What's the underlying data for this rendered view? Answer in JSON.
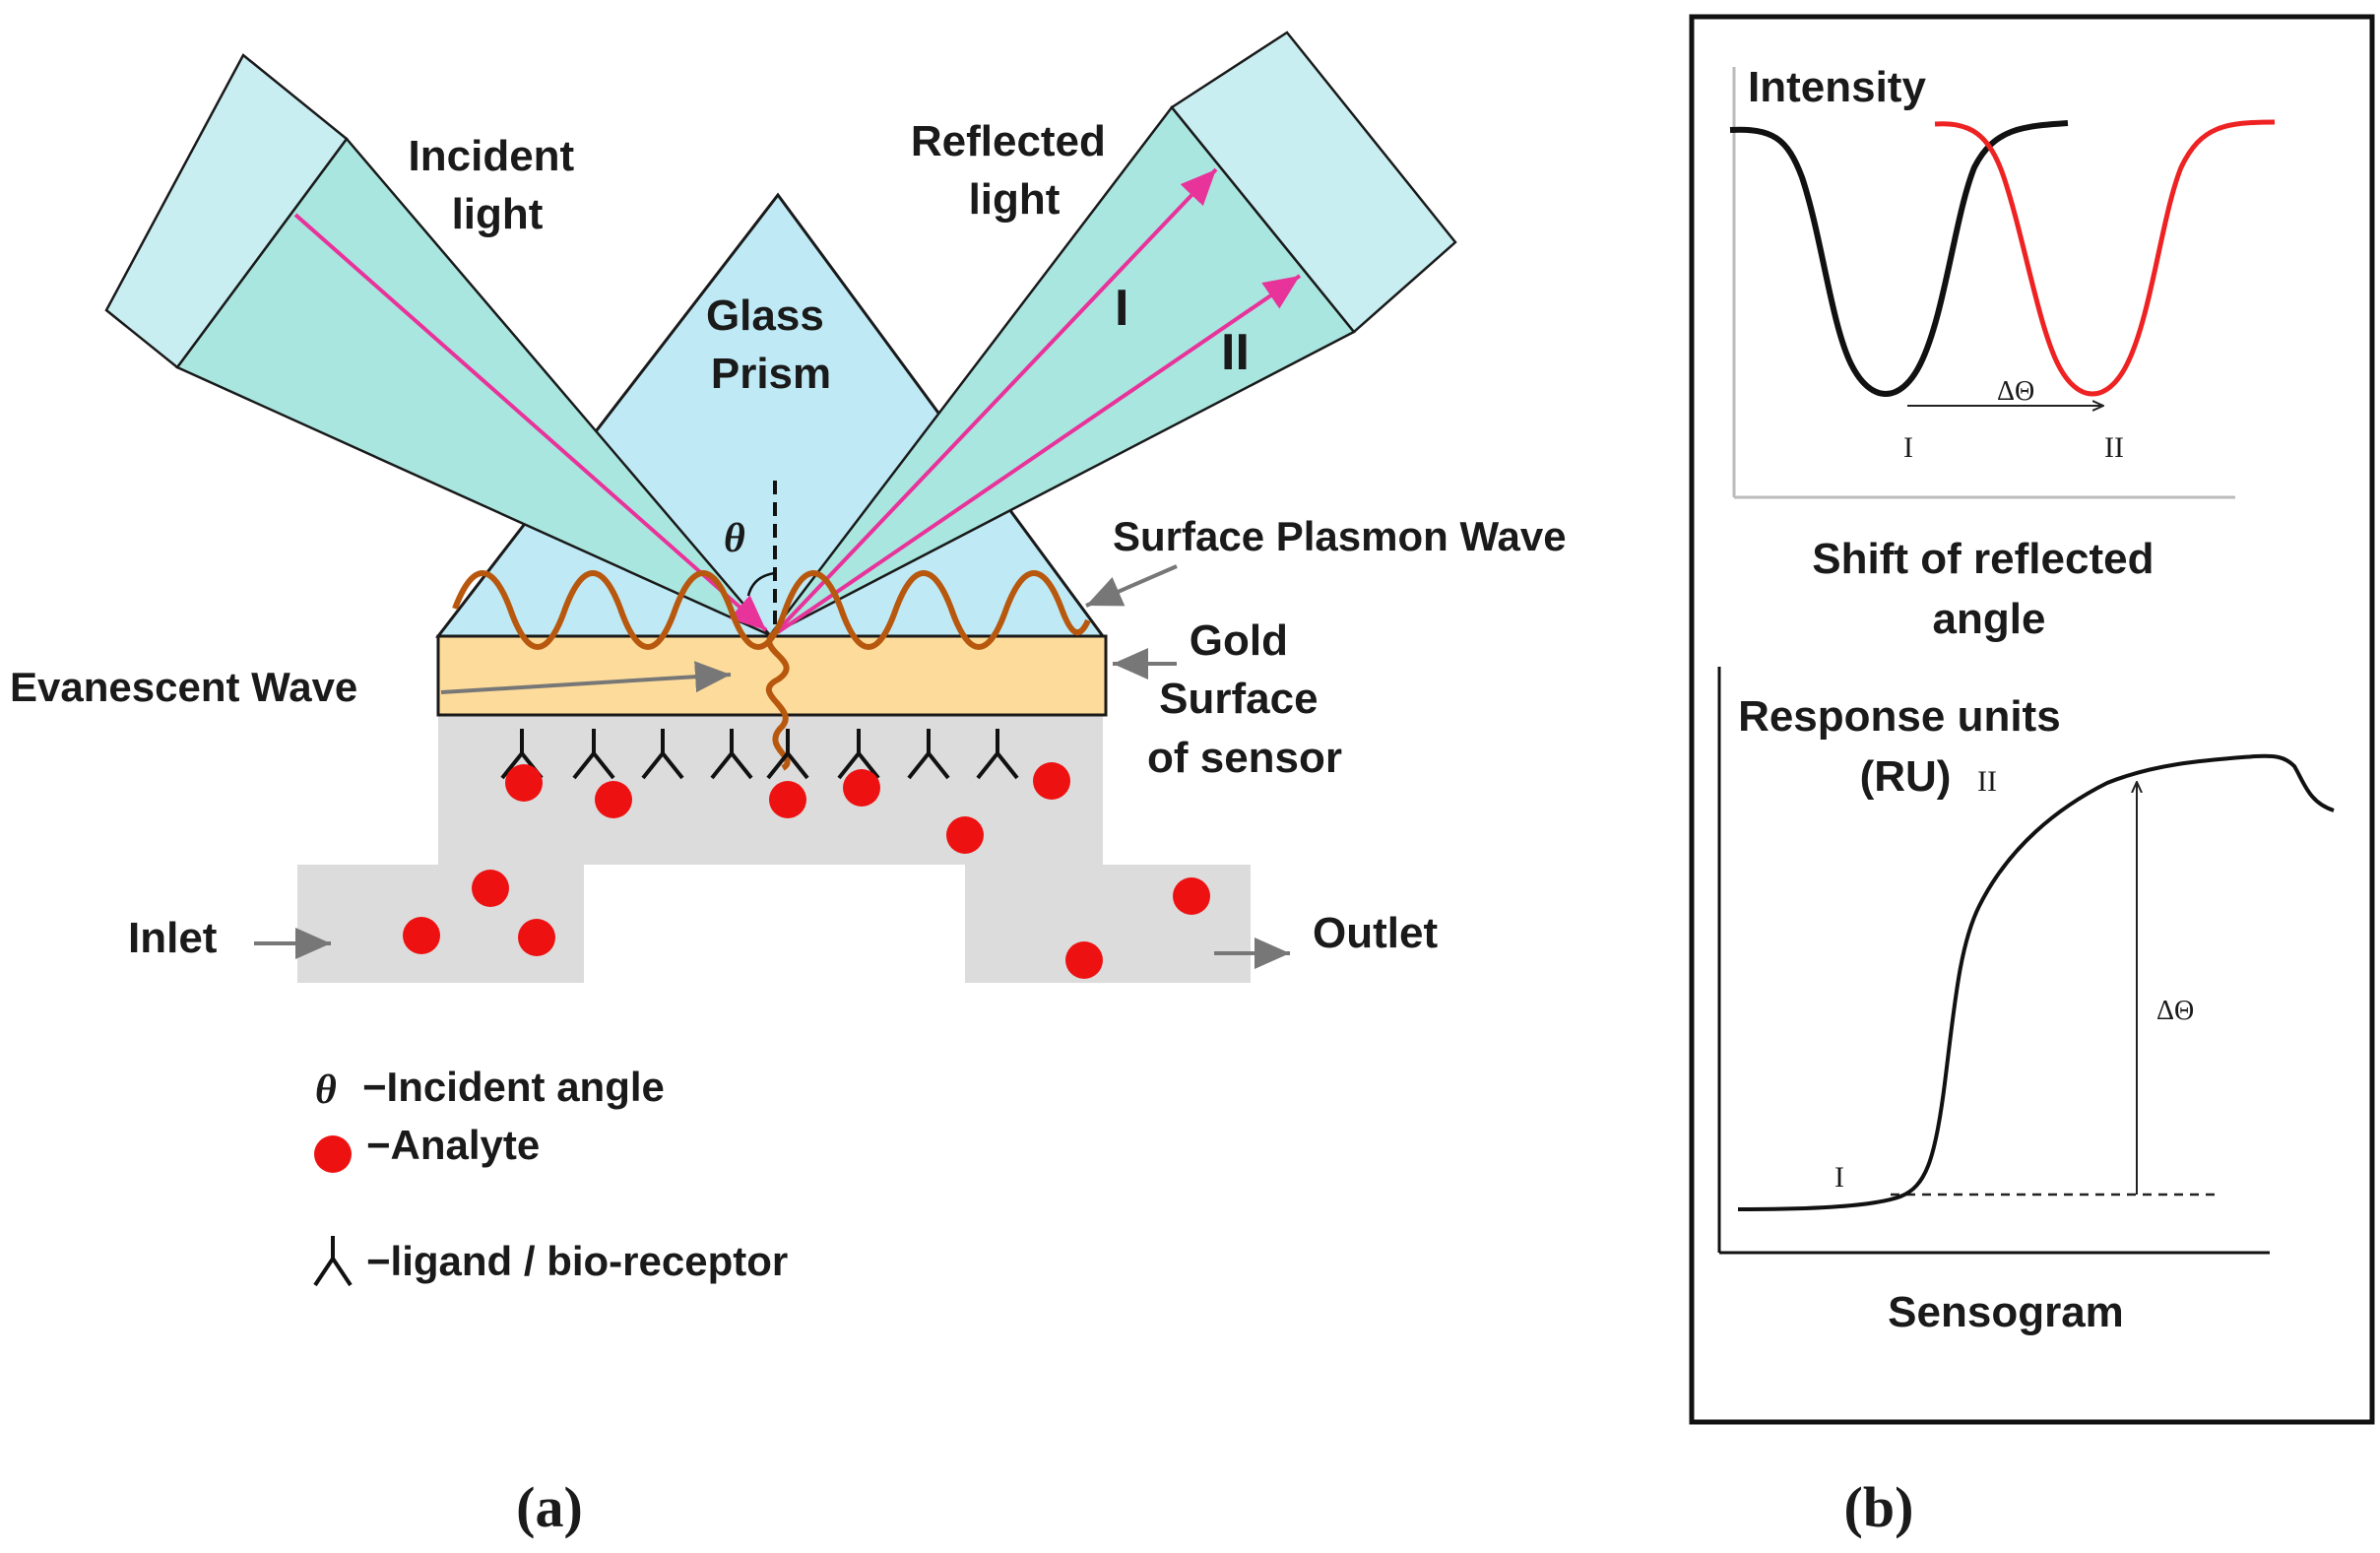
{
  "panel_a": {
    "incident_light": [
      "Incident",
      "light"
    ],
    "reflected_light": [
      "Reflected",
      "light"
    ],
    "glass_prism": [
      "Glass",
      "Prism"
    ],
    "beam_I": "I",
    "beam_II": "II",
    "theta": "θ",
    "surface_plasmon_wave": "Surface Plasmon Wave",
    "evanescent_wave": "Evanescent Wave",
    "gold_surface": [
      "Gold",
      "Surface",
      "of sensor"
    ],
    "inlet": "Inlet",
    "outlet": "Outlet",
    "caption": "(a)",
    "legend": [
      {
        "symbol": "θ",
        "text": "−Incident angle"
      },
      {
        "symbol": "analyte-dot",
        "text": "−Analyte"
      },
      {
        "symbol": "ligand-glyph",
        "text": "−ligand / bio-receptor"
      }
    ]
  },
  "panel_b": {
    "intensity_title": "Intensity",
    "dip_I": "I",
    "dip_II": "II",
    "delta_theta": "ΔΘ",
    "shift_caption": [
      "Shift of reflected",
      "angle"
    ],
    "ru_title": [
      "Response units",
      "(RU)"
    ],
    "sens_I": "I",
    "sens_II": "II",
    "sens_delta_theta": "ΔΘ",
    "sensogram_caption": "Sensogram",
    "caption": "(b)"
  },
  "colors": {
    "prism": "#bfeaf5",
    "beam": "#a9e6e0",
    "beam_ray": "#e8339a",
    "gold": "#fddc9b",
    "plasmon": "#b8580f",
    "flow": "#dcdcdc",
    "analyte": "#ee1111",
    "curve_I": "#111111",
    "curve_II": "#ee2222"
  }
}
